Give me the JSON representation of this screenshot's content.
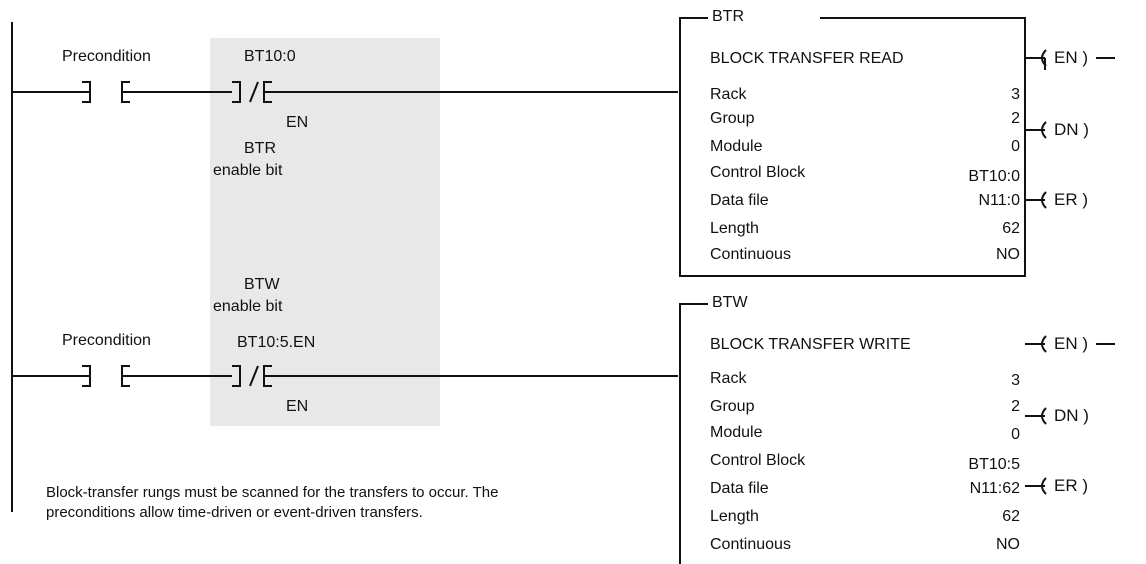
{
  "rung1": {
    "precondition": "Precondition",
    "contact_address": "BT10:0",
    "contact_bit": "EN",
    "contact_desc_line1": "BTR",
    "contact_desc_line2": "enable bit"
  },
  "rung2": {
    "precondition": "Precondition",
    "contact_desc_line1": "BTW",
    "contact_desc_line2": "enable bit",
    "contact_address": "BT10:5.EN",
    "contact_bit": "EN"
  },
  "btr": {
    "tag": "BTR",
    "title": "BLOCK TRANSFER READ",
    "rows": [
      {
        "label": "Rack",
        "value": "3"
      },
      {
        "label": "Group",
        "value": "2"
      },
      {
        "label": "Module",
        "value": "0"
      },
      {
        "label": "Control Block",
        "value": "BT10:0"
      },
      {
        "label": "Data file",
        "value": "N11:0"
      },
      {
        "label": "Length",
        "value": "62"
      },
      {
        "label": "Continuous",
        "value": "NO"
      }
    ],
    "coils": [
      "EN",
      "DN",
      "ER"
    ]
  },
  "btw": {
    "tag": "BTW",
    "title": "BLOCK TRANSFER WRITE",
    "rows": [
      {
        "label": "Rack",
        "value": "3"
      },
      {
        "label": "Group",
        "value": "2"
      },
      {
        "label": "Module",
        "value": "0"
      },
      {
        "label": "Control Block",
        "value": "BT10:5"
      },
      {
        "label": "Data file",
        "value": "N11:62"
      },
      {
        "label": "Length",
        "value": "62"
      },
      {
        "label": "Continuous",
        "value": "NO"
      }
    ],
    "coils": [
      "EN",
      "DN",
      "ER"
    ]
  },
  "note": {
    "line1": "Block-transfer rungs must be scanned for the transfers to occur. The",
    "line2": "preconditions allow time-driven or event-driven transfers."
  }
}
